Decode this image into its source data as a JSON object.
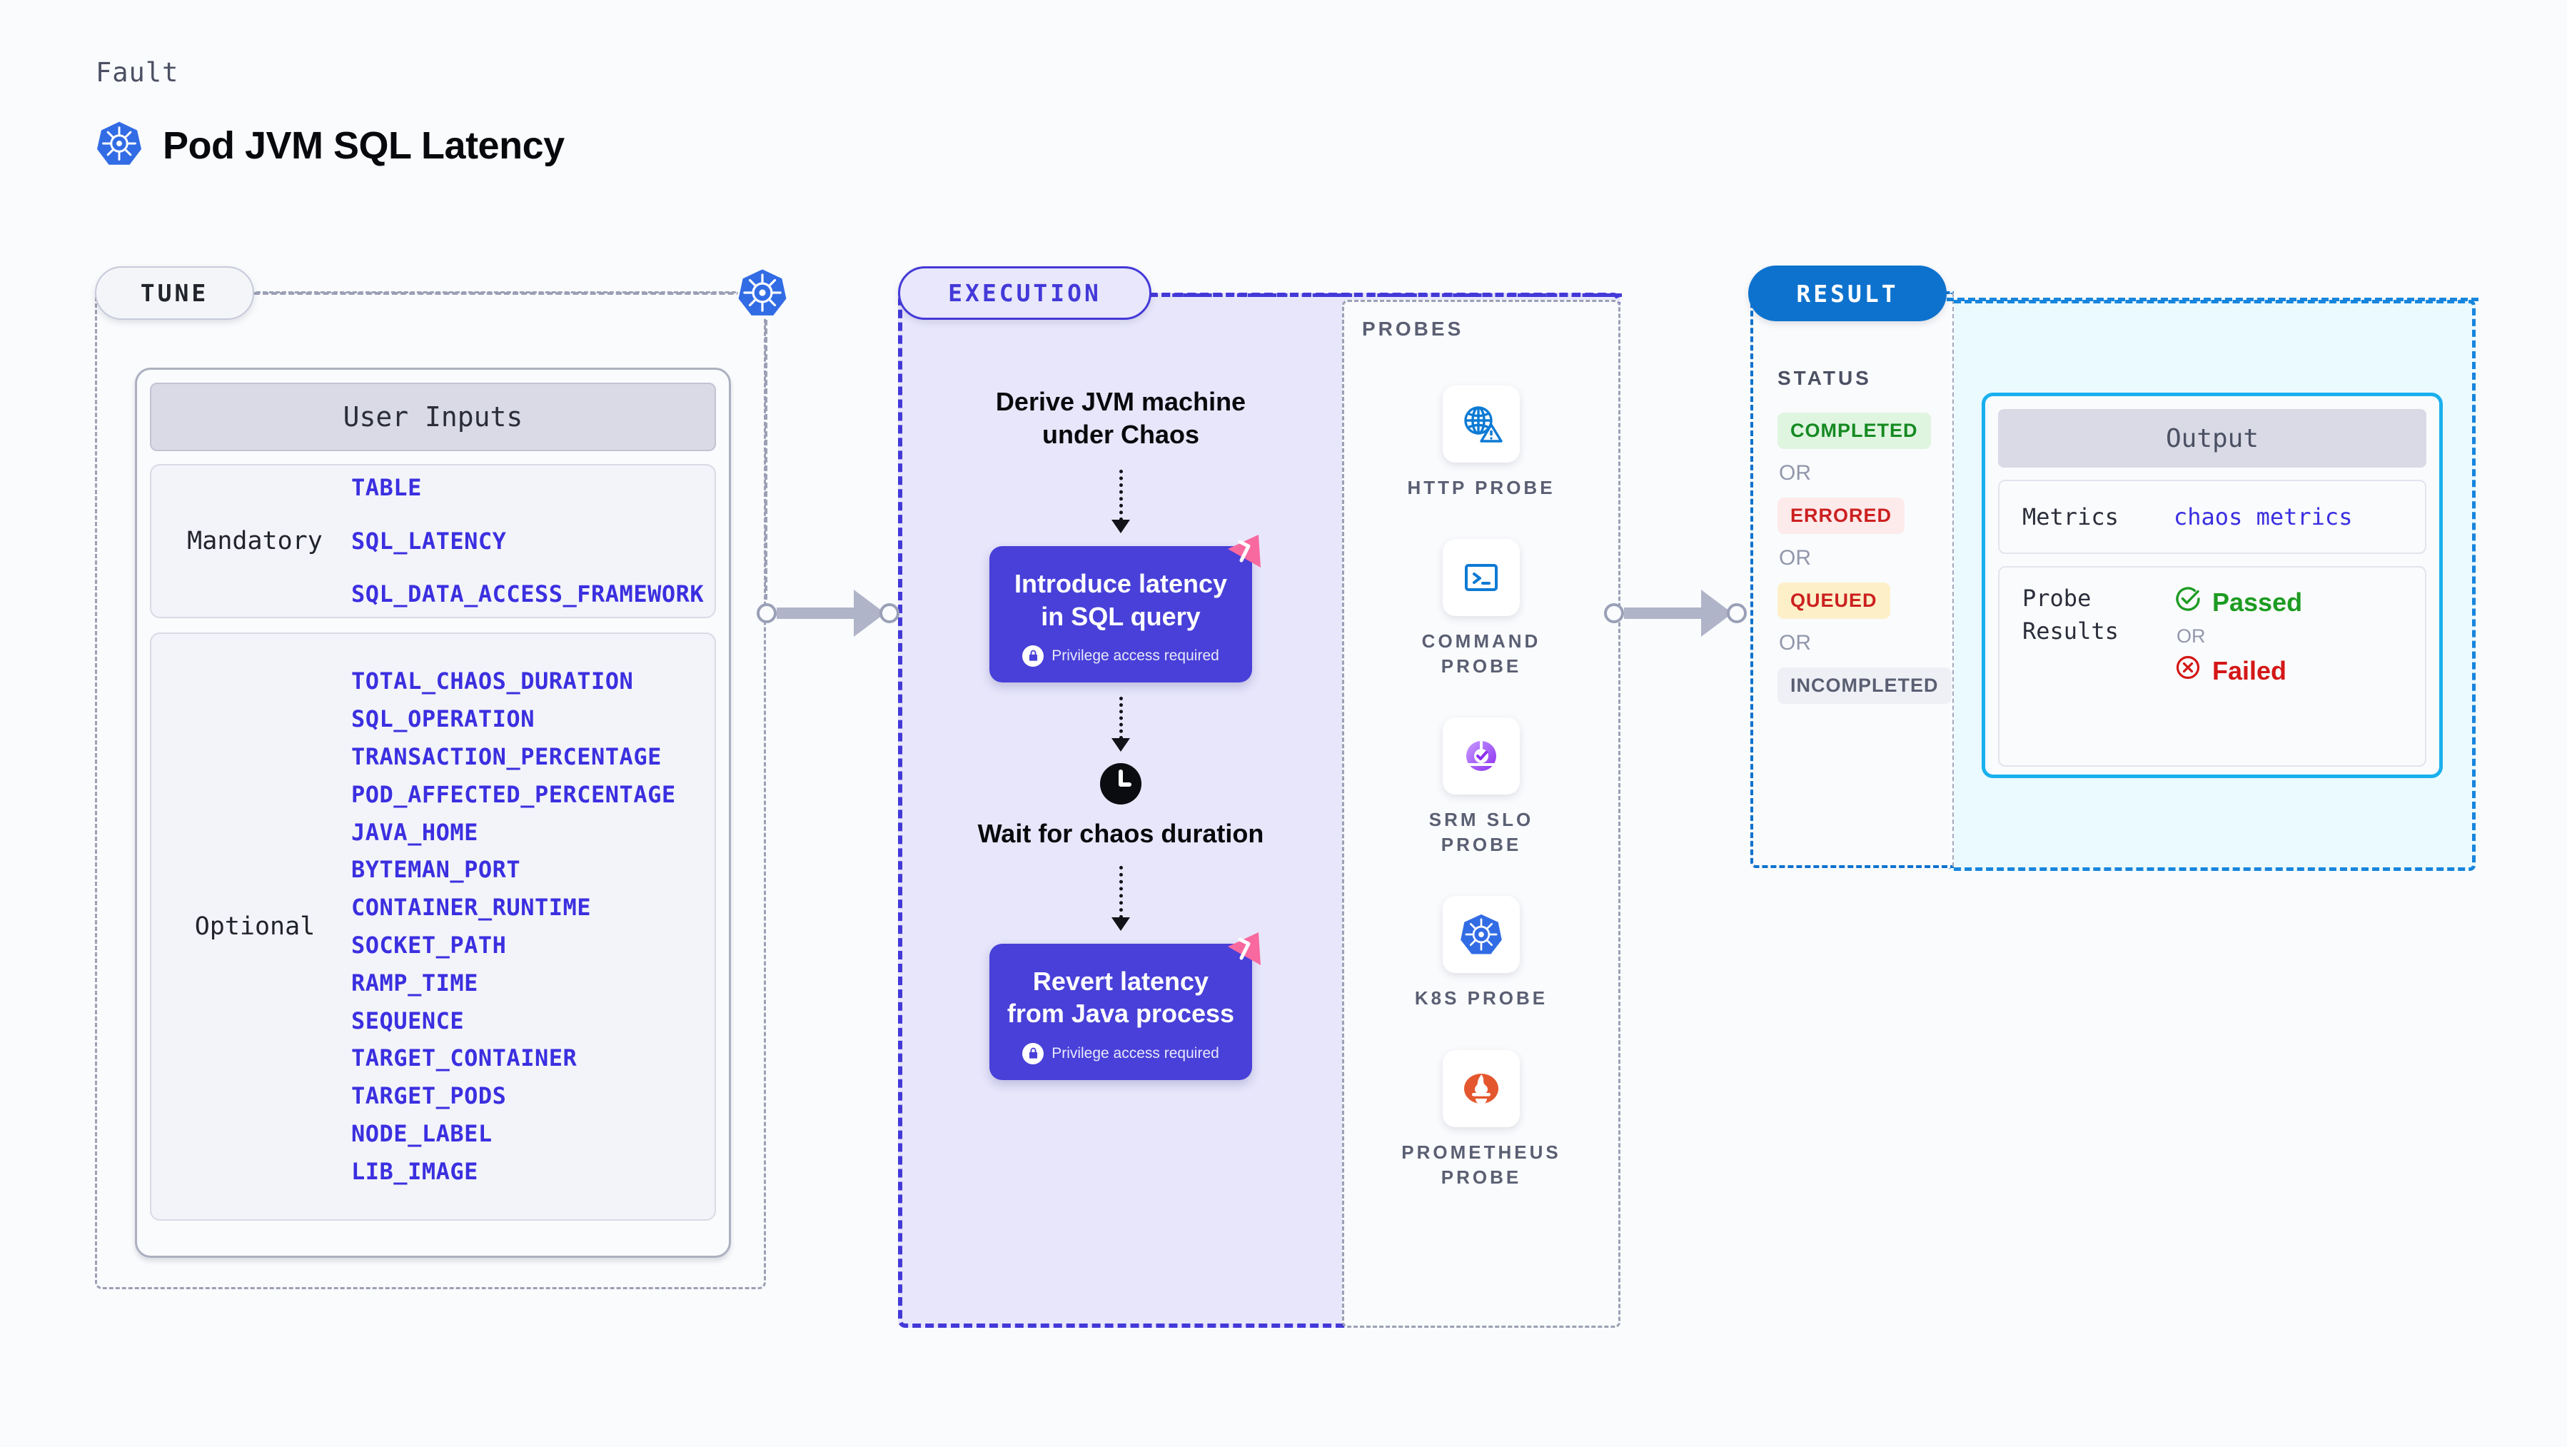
{
  "header": {
    "fault_label": "Fault",
    "title": "Pod JVM SQL Latency",
    "icon": "kubernetes-icon"
  },
  "sections": {
    "tune": {
      "pill": "TUNE",
      "badge_icon": "kubernetes-icon"
    },
    "execution": {
      "pill": "EXECUTION"
    },
    "probes": {
      "title": "PROBES"
    },
    "result": {
      "pill": "RESULT",
      "status_title": "STATUS"
    }
  },
  "user_inputs": {
    "header": "User Inputs",
    "mandatory": {
      "label": "Mandatory",
      "params": [
        "TABLE",
        "SQL_LATENCY",
        "SQL_DATA_ACCESS_FRAMEWORK"
      ]
    },
    "optional": {
      "label": "Optional",
      "params": [
        "TOTAL_CHAOS_DURATION",
        "SQL_OPERATION",
        "TRANSACTION_PERCENTAGE",
        "POD_AFFECTED_PERCENTAGE",
        "JAVA_HOME",
        "BYTEMAN_PORT",
        "CONTAINER_RUNTIME",
        "SOCKET_PATH",
        "RAMP_TIME",
        "SEQUENCE",
        "TARGET_CONTAINER",
        "TARGET_PODS",
        "NODE_LABEL",
        "LIB_IMAGE"
      ]
    }
  },
  "execution_flow": {
    "step1_text": "Derive JVM machine under Chaos",
    "step2_title": "Introduce latency in SQL query",
    "step2_sub": "Privilege access required",
    "step3_text": "Wait for chaos duration",
    "step3_icon": "clock-icon",
    "step4_title": "Revert latency from Java process",
    "step4_sub": "Privilege access required",
    "lock_icon": "lock-icon",
    "ribbon_icon": "chaos-ribbon-icon"
  },
  "probes": [
    {
      "label": "HTTP PROBE",
      "icon": "globe-warning-icon"
    },
    {
      "label": "COMMAND PROBE",
      "icon": "terminal-icon"
    },
    {
      "label": "SRM SLO PROBE",
      "icon": "srm-slo-icon"
    },
    {
      "label": "K8S PROBE",
      "icon": "kubernetes-icon"
    },
    {
      "label": "PROMETHEUS PROBE",
      "icon": "prometheus-icon"
    }
  ],
  "status": {
    "items": [
      "COMPLETED",
      "ERRORED",
      "QUEUED",
      "INCOMPLETED"
    ],
    "or": "OR"
  },
  "output": {
    "header": "Output",
    "metrics_key": "Metrics",
    "metrics_value": "chaos metrics",
    "probe_results_key": "Probe Results",
    "passed": "Passed",
    "failed": "Failed",
    "or": "OR",
    "passed_icon": "check-circle-icon",
    "failed_icon": "x-circle-icon"
  },
  "colors": {
    "accent_indigo": "#4840d8",
    "accent_blue": "#0d72ce",
    "accent_cyan": "#1ab0ee",
    "param_blue": "#3b2fe0",
    "k8s_blue": "#326ce5",
    "pink_ribbon": "#f8699f",
    "green": "#1d9b22",
    "red": "#d41717"
  }
}
